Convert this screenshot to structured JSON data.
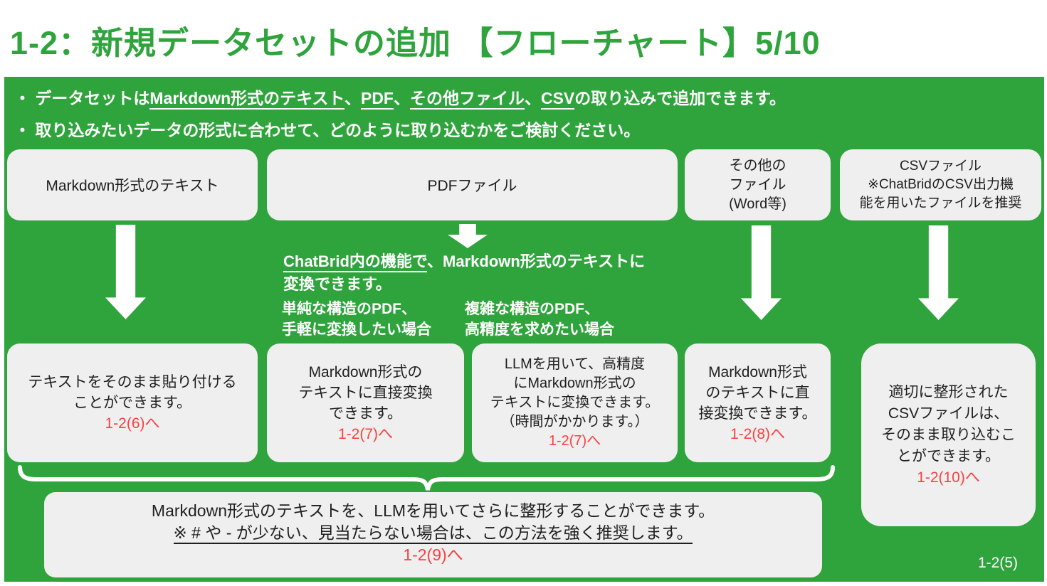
{
  "header": {
    "title": "1-2：新規データセットの追加 【フローチャート】5/10"
  },
  "bullets": {
    "b1_pre": "・ データセットは",
    "b1_u1": "Markdown形式のテキスト",
    "b1_sep1": "、",
    "b1_u2": "PDF",
    "b1_sep2": "、",
    "b1_u3": "その他ファイル",
    "b1_sep3": "、",
    "b1_u4": "CSV",
    "b1_post": "の取り込みで追加できます。",
    "b2": "・ 取り込みたいデータの形式に合わせて、どのように取り込むかをご検討ください。"
  },
  "sources": {
    "markdown": "Markdown形式のテキスト",
    "pdf": "PDFファイル",
    "other": {
      "lines": [
        "その他の",
        "ファイル",
        "(Word等)"
      ]
    },
    "csv": {
      "lines": [
        "CSVファイル",
        "※ChatBridのCSV出力機",
        "能を用いたファイルを推奨"
      ]
    }
  },
  "pdf_note": {
    "underlined": "ChatBrid内の機能で",
    "rest": "、Markdown形式のテキストに",
    "line2": "変換できます。"
  },
  "pdf_cases": {
    "simple": {
      "lines": [
        "単純な構造のPDF、",
        "手軽に変換したい場合"
      ]
    },
    "complex": {
      "lines": [
        "複雑な構造のPDF、",
        "高精度を求めたい場合"
      ]
    }
  },
  "results": {
    "paste": {
      "lines": [
        "テキストをそのまま貼り付ける",
        "ことができます。"
      ],
      "link": "1-2(6)へ"
    },
    "pdf_direct": {
      "lines": [
        "Markdown形式の",
        "テキストに直接変換",
        "できます。"
      ],
      "link": "1-2(7)へ"
    },
    "pdf_llm": {
      "lines": [
        "LLMを用いて、高精度",
        "にMarkdown形式の",
        "テキストに変換できます。",
        "（時間がかかります。）"
      ],
      "link": "1-2(7)へ"
    },
    "other_direct": {
      "lines": [
        "Markdown形式",
        "のテキストに直",
        "接変換できます。"
      ],
      "link": "1-2(8)へ"
    },
    "csv_direct": {
      "lines": [
        "適切に整形された",
        "CSVファイルは、",
        "そのまま取り込むこ",
        "とができます。"
      ],
      "link": "1-2(10)へ"
    }
  },
  "refine": {
    "line1": "Markdown形式のテキストを、LLMを用いてさらに整形することができます。",
    "line2": "※ # や - が少ない、見当たらない場合は、この方法を強く推奨します。",
    "link": "1-2(9)へ"
  },
  "footer": {
    "page_label": "1-2(5)"
  },
  "icons": {
    "down_arrow": "down-arrow",
    "underbrace": "curly-underbrace"
  },
  "colors": {
    "green": "#2FA43C",
    "box_gray": "#F0EFEF",
    "text_dark": "#1F1F1F",
    "accent_red": "#FB4040",
    "white": "#FFFFFF"
  }
}
